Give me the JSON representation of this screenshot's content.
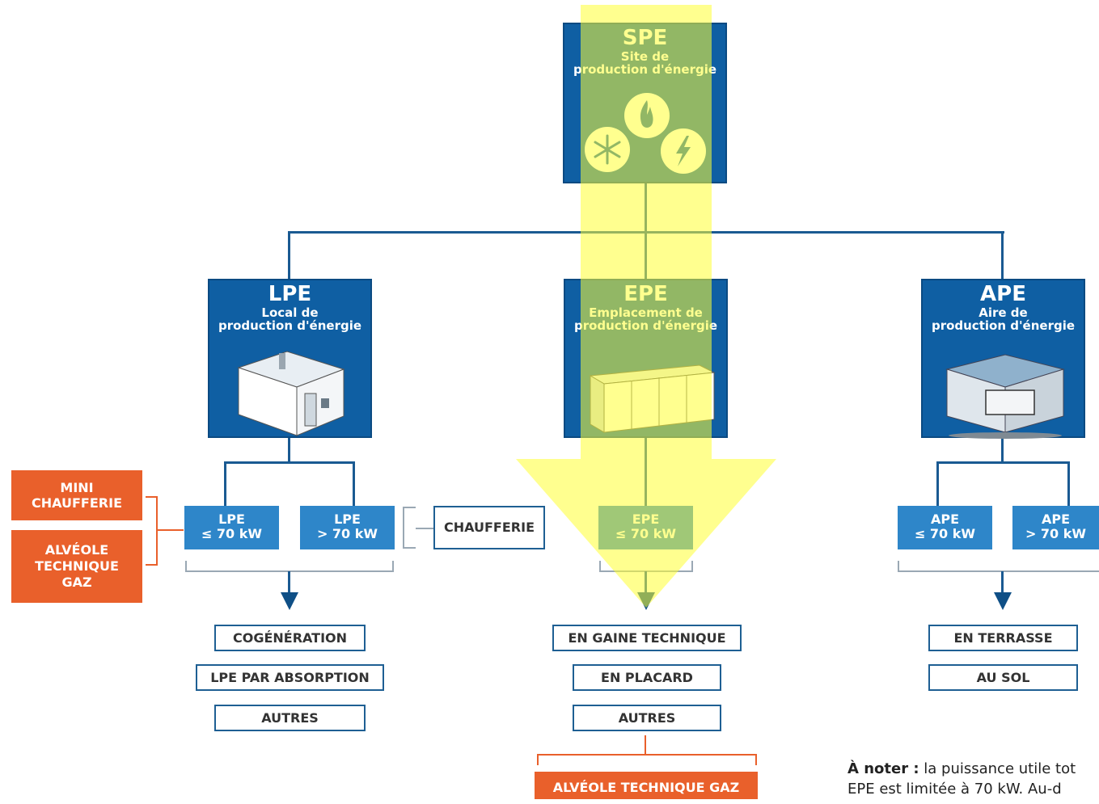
{
  "spe": {
    "code": "SPE",
    "line1": "Site de",
    "line2": "production d'énergie"
  },
  "lpe": {
    "code": "LPE",
    "line1": "Local de",
    "line2": "production d'énergie"
  },
  "epe": {
    "code": "EPE",
    "line1": "Emplacement de",
    "line2": "production d'énergie"
  },
  "ape": {
    "code": "APE",
    "line1": "Aire de",
    "line2": "production d'énergie"
  },
  "lpe_small": [
    {
      "code": "LPE",
      "power": "≤ 70 kW"
    },
    {
      "code": "LPE",
      "power": "> 70 kW"
    }
  ],
  "epe_small": [
    {
      "code": "EPE",
      "power": "≤ 70 kW"
    }
  ],
  "ape_small": [
    {
      "code": "APE",
      "power": "≤ 70 kW"
    },
    {
      "code": "APE",
      "power": "> 70 kW"
    }
  ],
  "orange_left": [
    {
      "text": "MINI\nCHAUFFERIE"
    },
    {
      "text": "ALVÉOLE\nTECHNIQUE\nGAZ"
    }
  ],
  "chaufferie": "CHAUFFERIE",
  "lpe_outputs": [
    "COGÉNÉRATION",
    "LPE PAR ABSORPTION",
    "AUTRES"
  ],
  "epe_outputs": [
    "EN GAINE TECHNIQUE",
    "EN PLACARD",
    "AUTRES"
  ],
  "ape_outputs": [
    "EN TERRASSE",
    "AU SOL"
  ],
  "alveole_gaz": "ALVÉOLE TECHNIQUE GAZ",
  "note": {
    "bold": "À noter :",
    "line1": " la puissance utile tot",
    "line2": "EPE est limitée à  70 kW. Au-d"
  },
  "colors": {
    "primary_blue": "#0f5fa3",
    "light_blue": "#2e86c9",
    "orange": "#e9602b",
    "highlight": "#ffff33"
  }
}
